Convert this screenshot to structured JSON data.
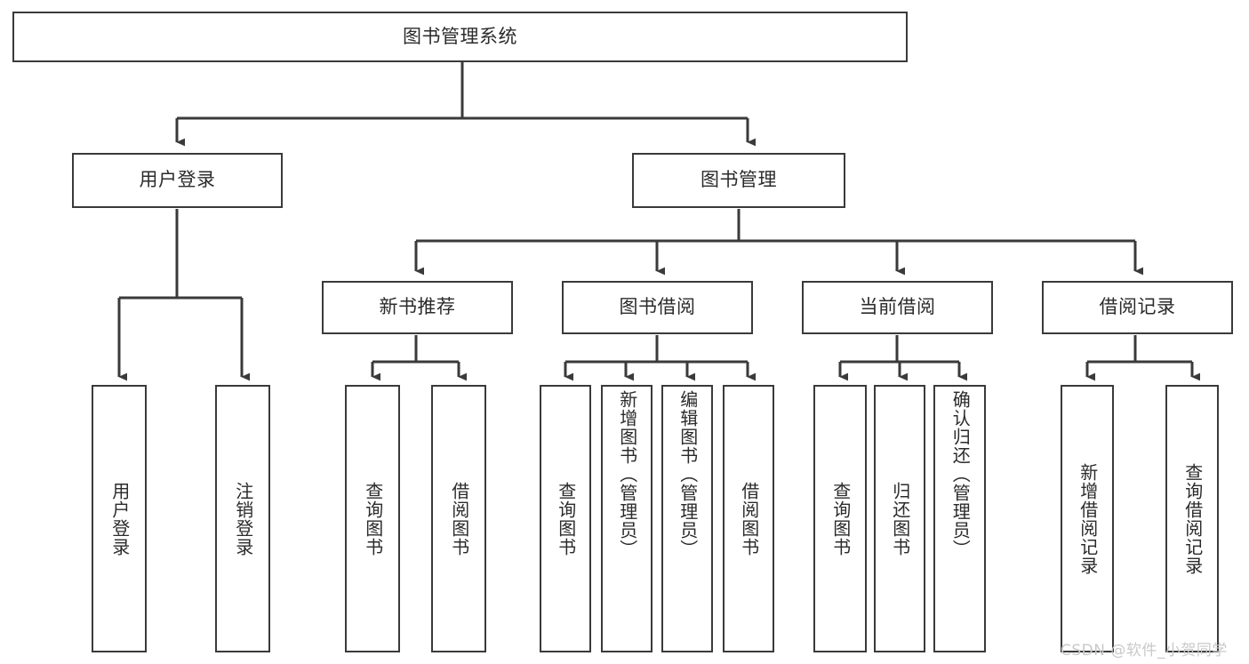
{
  "diagram": {
    "title": "图书管理系统",
    "type": "tree-hierarchy-chart",
    "colors": {
      "background": "#ffffff",
      "box_border": "#3a3a3a",
      "box_fill": "#ffffff",
      "text": "#2b2b2b",
      "connector": "#3a3a3a",
      "watermark": "#c9c9c9"
    },
    "root": {
      "label": "图书管理系统"
    },
    "level2": [
      {
        "label": "用户登录"
      },
      {
        "label": "图书管理"
      }
    ],
    "level3": [
      {
        "label": "新书推荐"
      },
      {
        "label": "图书借阅"
      },
      {
        "label": "当前借阅"
      },
      {
        "label": "借阅记录"
      }
    ],
    "leaves": {
      "user_login": [
        {
          "label": "用户登录"
        },
        {
          "label": "注销登录"
        }
      ],
      "new_book_recommend": [
        {
          "label": "查询图书"
        },
        {
          "label": "借阅图书"
        }
      ],
      "book_borrow": [
        {
          "label": "查询图书"
        },
        {
          "label": "新增图书（管理员）"
        },
        {
          "label": "编辑图书（管理员）"
        },
        {
          "label": "借阅图书"
        }
      ],
      "current_borrow": [
        {
          "label": "查询图书"
        },
        {
          "label": "归还图书"
        },
        {
          "label": "确认归还（管理员）"
        }
      ],
      "borrow_record": [
        {
          "label": "新增借阅记录"
        },
        {
          "label": "查询借阅记录"
        }
      ]
    },
    "watermark": "CSDN @软件_小贺同学"
  }
}
